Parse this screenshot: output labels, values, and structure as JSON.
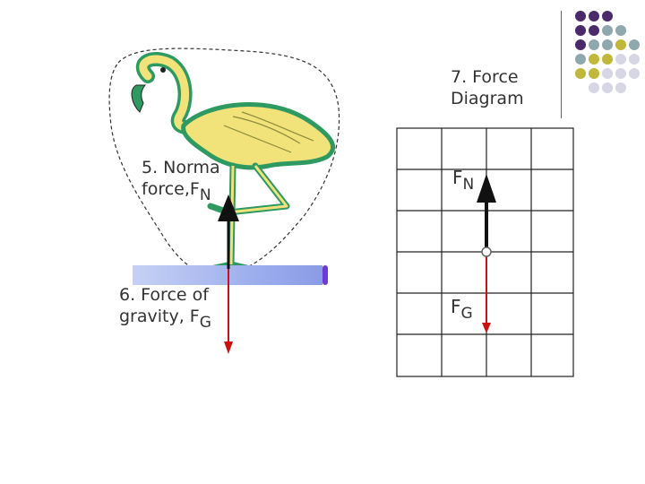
{
  "slide": {
    "labels": {
      "normal_force": {
        "line1": "5. Norma",
        "line2": "force,F",
        "sub": "N"
      },
      "gravity_force": {
        "line1": "6. Force of",
        "line2": "gravity, F",
        "sub": "G"
      },
      "diagram_title": {
        "line1": "7. Force",
        "line2": "Diagram"
      },
      "fn": {
        "main": "F",
        "sub": "N"
      },
      "fg": {
        "main": "F",
        "sub": "G"
      }
    },
    "colors": {
      "purple": "#4b2a6b",
      "teal": "#8fa8ad",
      "olive": "#bfb83a",
      "lavender": "#d6d6e4",
      "flamingo_yellow": "#f2e27a",
      "flamingo_green": "#2e9a62",
      "arrow_red": "#cc1111",
      "arrow_black": "#111111",
      "ground_blue": "#a9b8f0"
    },
    "dot_grid": [
      [
        "purple",
        "purple",
        "purple",
        "",
        ""
      ],
      [
        "purple",
        "purple",
        "teal",
        "teal",
        ""
      ],
      [
        "purple",
        "teal",
        "teal",
        "olive",
        "teal"
      ],
      [
        "teal",
        "olive",
        "olive",
        "lavender",
        "lavender"
      ],
      [
        "olive",
        "olive",
        "lavender",
        "lavender",
        "lavender"
      ],
      [
        "",
        "lavender",
        "lavender",
        "lavender",
        ""
      ]
    ]
  }
}
